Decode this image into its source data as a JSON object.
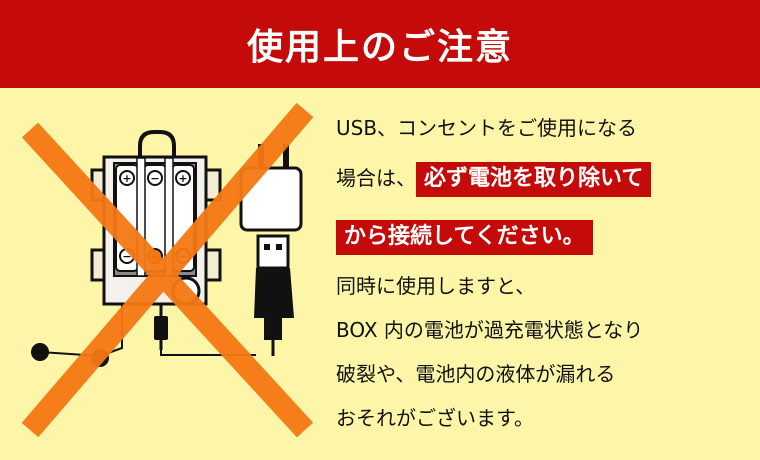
{
  "title": "使用上のご注意",
  "notice": {
    "line1": "USB、コンセントをご使用になる",
    "line2_prefix": "場合は、",
    "line2_highlight": "必ず電池を取り除いて",
    "line3_highlight": "から接続してください。",
    "line4": "同時に使用しますと、",
    "line5": "BOX 内の電池が過充電状態となり",
    "line6": "破裂や、電池内の液体が漏れる",
    "line7": "おそれがございます。"
  },
  "battery_signs": {
    "plus": "+",
    "minus": "−"
  },
  "colors": {
    "banner": "#c50a0a",
    "background": "#fdf6a8",
    "highlight": "#c50a0a",
    "cross": "#f57814",
    "battery_plus_cap": "#f07a1e"
  },
  "icons": [
    "battery-box-icon",
    "ac-adapter-icon",
    "usb-plug-icon",
    "prohibited-cross-icon"
  ]
}
